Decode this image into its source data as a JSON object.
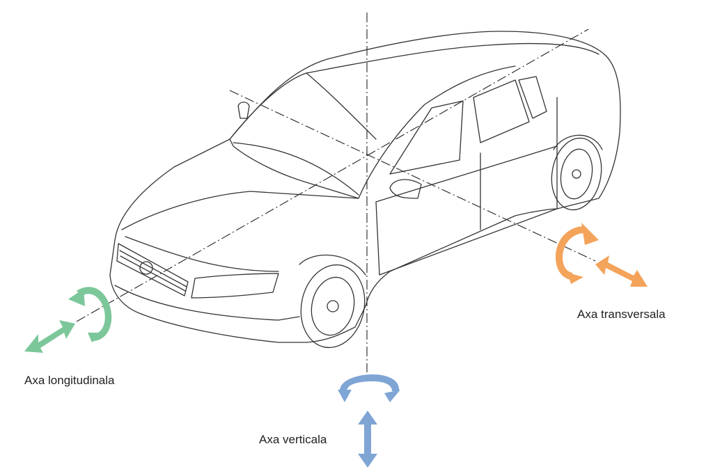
{
  "labels": {
    "longitudinal": "Axa longitudinala",
    "vertical": "Axa verticala",
    "transverse": "Axa transversala"
  },
  "colors": {
    "longitudinal": "#7cc79a",
    "vertical": "#7fa5d5",
    "transverse": "#f4a35b"
  }
}
